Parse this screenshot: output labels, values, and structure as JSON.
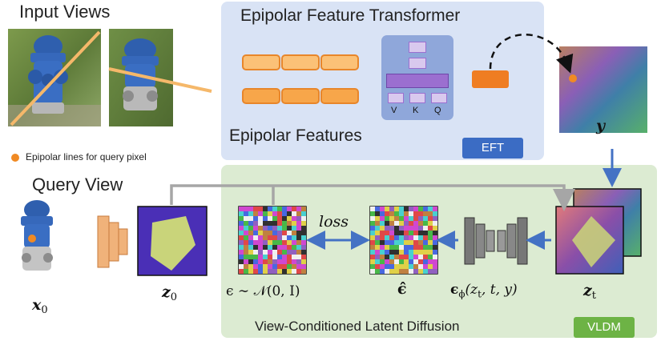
{
  "labels": {
    "input_views": "Input Views",
    "query_view": "Query View",
    "epipolar_note": "Epipolar lines for query pixel",
    "eft_title": "Epipolar Feature Transformer",
    "epipolar_features": "Epipolar Features",
    "eft_tag": "EFT",
    "vldm_caption": "View-Conditioned Latent Diffusion",
    "vldm_tag": "VLDM",
    "loss": "loss",
    "attn_v": "V",
    "attn_k": "K",
    "attn_q": "Q"
  },
  "math": {
    "y": "y",
    "x0": "x",
    "x0_sub": "0",
    "z0": "z",
    "z0_sub": "0",
    "zt": "z",
    "zt_sub": "t",
    "eps_dist": "ϵ ∼ 𝒩(0, I)",
    "eps_hat": "ϵ̂",
    "eps_phi": "ϵ",
    "eps_phi_sub": "ϕ",
    "eps_phi_args": "(z",
    "eps_phi_args_sub": "t",
    "eps_phi_args_rest": ", t, y)"
  },
  "colors": {
    "eft_bg": "#d9e3f5",
    "vldm_bg": "#dcebd2",
    "eft_tag": "#3b6cc4",
    "vldm_tag": "#6db345",
    "orange": "#f08a24",
    "arrow_blue": "#4472c4",
    "arrow_gray": "#a6a6a6",
    "purple": "#9b6fd0"
  }
}
